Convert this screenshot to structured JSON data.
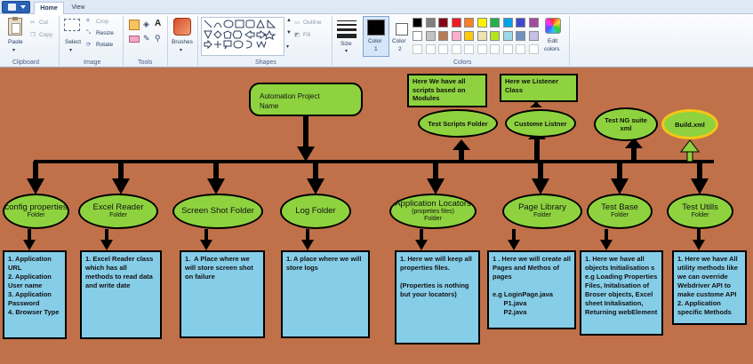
{
  "ribbon": {
    "tabs": [
      {
        "label": "Home",
        "active": true
      },
      {
        "label": "View",
        "active": false
      }
    ],
    "clipboard": {
      "paste": "Paste",
      "cut": "Cut",
      "copy": "Copy",
      "group": "Clipboard"
    },
    "image": {
      "select": "Select",
      "crop": "Crop",
      "resize": "Resize",
      "rotate": "Rotate",
      "group": "Image"
    },
    "tools": {
      "group": "Tools"
    },
    "brushes": {
      "label": "Brushes"
    },
    "shapes": {
      "outline": "Outline",
      "fill": "Fill",
      "group": "Shapes"
    },
    "size": {
      "label": "Size"
    },
    "color1": {
      "label": "Color",
      "num": "1",
      "value": "#000000"
    },
    "color2": {
      "label": "Color",
      "num": "2",
      "value": "#ffffff"
    },
    "edit_colors": {
      "line1": "Edit",
      "line2": "colors"
    },
    "colors_group": "Colors",
    "palette_row1": [
      "#000000",
      "#7f7f7f",
      "#880015",
      "#ed1c24",
      "#ff7f27",
      "#fff200",
      "#22b14c",
      "#00a2e8",
      "#3f48cc",
      "#a349a4"
    ],
    "palette_row2": [
      "#ffffff",
      "#c3c3c3",
      "#b97a57",
      "#ffaec9",
      "#ffc90e",
      "#efe4b0",
      "#b5e61d",
      "#99d9ea",
      "#7092be",
      "#c8bfe7"
    ]
  },
  "diagram": {
    "root": {
      "line1": "Automation Project",
      "line2": "Name"
    },
    "top_nodes": {
      "scripts_note": "Here We have all scripts based on Modules",
      "listener_note": "Here we Listener Class",
      "test_scripts": "Test Scripts Folder",
      "listener": "Custome Listner",
      "testng": {
        "line1": "Test NG suite",
        "line2": "xml"
      },
      "build": "Build.xml"
    },
    "folders": [
      {
        "title": "config properties",
        "sub": "Folder",
        "desc": "1. Application URL\n2. Application User name\n3. Application Password\n4. Browser Type"
      },
      {
        "title": "Excel Reader",
        "sub": "Folder",
        "desc": "1. Excel Reader class which has all methods to read data and write date"
      },
      {
        "title": "Screen Shot Folder",
        "sub": "",
        "desc": "1.  A Place where we will store screen shot on failure"
      },
      {
        "title": "Log Folder",
        "sub": "",
        "desc": "1. A place where we will store logs"
      },
      {
        "title": "Application Locators",
        "sub": "(propeties files)\nFolder",
        "desc": "1. Here we will keep all properties files.\n\n(Properties is nothing but your locators)"
      },
      {
        "title": "Page Library",
        "sub": "Folder",
        "desc": "1 . Here we will create all Pages and Methos of pages\n\ne.g LoginPage.java\n      P1.java\n      P2.java"
      },
      {
        "title": "Test Base",
        "sub": "Folder",
        "desc": "1. Here we have all objects Initialisation s e.g Loading Properties Files, Initalisation of Broser objects, Excel sheet Initalisation, Returning webElement"
      },
      {
        "title": "Test Utills",
        "sub": "Folder",
        "desc": "1. Here we have All utility methods like we can override Webdriver API to make custome API\n2. Application specific Methods"
      }
    ]
  }
}
